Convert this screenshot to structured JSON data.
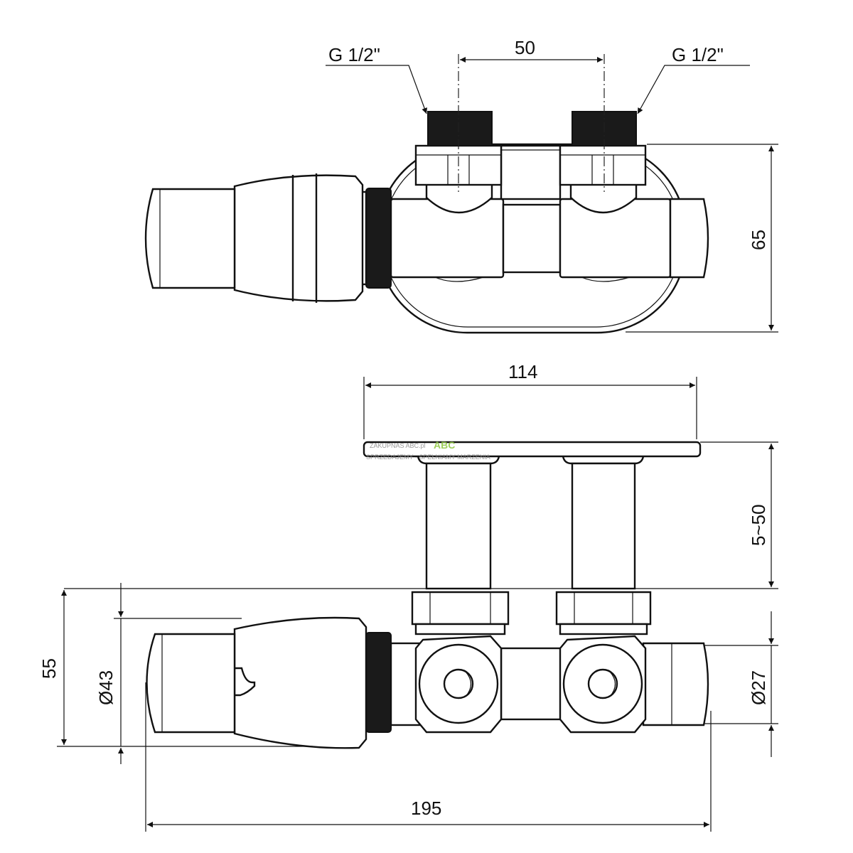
{
  "top_view": {
    "thread_left_label": "G 1/2\"",
    "thread_right_label": "G 1/2\"",
    "spacing_label": "50",
    "height_label": "65"
  },
  "side_view": {
    "plate_width_label": "114",
    "depth_label": "5~50",
    "height_label": "55",
    "knob_diameter_label": "Ø43",
    "body_diameter_label": "Ø27",
    "total_length_label": "195"
  },
  "watermark": {
    "brand": "ABC",
    "line1": "ZAKUPNAS ABC.pl",
    "tagline": "SPRZEDAJEMY · SPEŁNIAMY MARZENIA"
  },
  "colors": {
    "line": "#111111",
    "watermark_accent": "#8cc63f"
  }
}
